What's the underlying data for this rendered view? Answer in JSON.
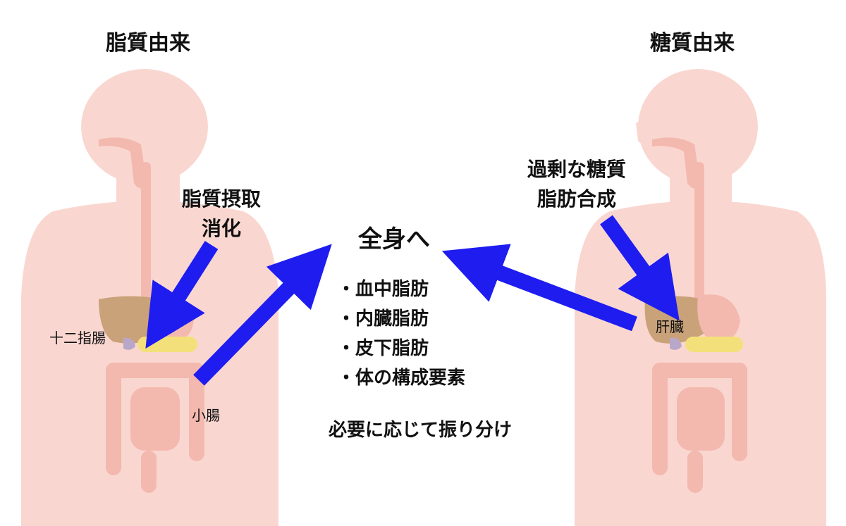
{
  "left": {
    "heading": "脂質由来",
    "callout": [
      "脂質摂取",
      "消化"
    ],
    "labels": {
      "duodenum": "十二指腸",
      "small_intestine": "小腸"
    }
  },
  "right": {
    "heading": "糖質由来",
    "callout": [
      "過剰な糖質",
      "脂肪合成"
    ],
    "labels": {
      "liver": "肝臓"
    }
  },
  "center": {
    "title": "全身へ",
    "items": [
      "・血中脂肪",
      "・内臓脂肪",
      "・皮下脂肪",
      "・体の構成要素"
    ],
    "footer": "必要に応じて振り分け"
  },
  "colors": {
    "body": "#f9d7d0",
    "organ_pink": "#f3b8ae",
    "liver": "#c9a27a",
    "pancreas": "#f4e07a",
    "gallbladder": "#b9a7c9",
    "arrow": "#1f1cf0",
    "outline": "#e9a89c"
  }
}
